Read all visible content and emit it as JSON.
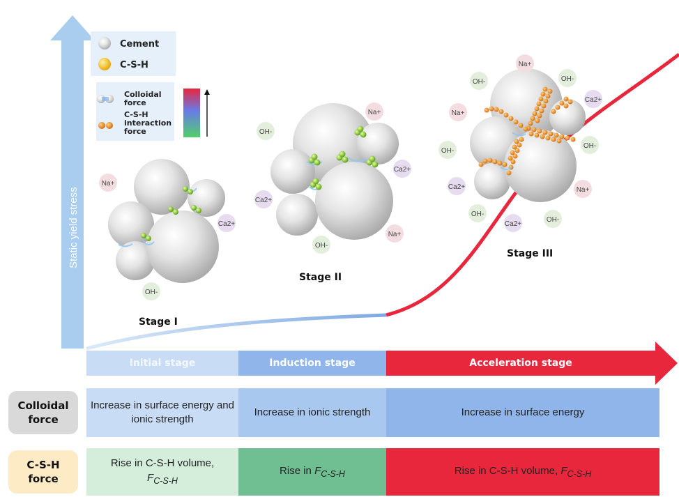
{
  "y_axis_label": "Static yield stress",
  "legend": {
    "cement": "Cement",
    "csh": "C-S-H",
    "colloidal_force": "Colloidal force",
    "csh_interaction_force": "C-S-H interaction force"
  },
  "stages": [
    "Stage I",
    "Stage II",
    "Stage III"
  ],
  "ions": {
    "na": "Na+",
    "oh": "OH-",
    "ca": "Ca2+"
  },
  "phases": [
    "Initial stage",
    "Induction stage",
    "Acceleration stage"
  ],
  "rows": {
    "colloidal": {
      "label": "Colloidal\nforce",
      "cells": [
        "Increase in surface energy and ionic strength",
        "Increase in ionic strength",
        "Increase in surface energy"
      ]
    },
    "csh": {
      "label": "C-S-H\nforce",
      "cells": [
        {
          "text": "Rise in C-S-H volume,",
          "symbol": "F",
          "subscript": "C-S-H"
        },
        {
          "text": "Rise in",
          "symbol": "F",
          "subscript": "C-S-H"
        },
        {
          "text": "Rise in C-S-H volume,",
          "symbol": "F",
          "subscript": "C-S-H"
        }
      ]
    }
  },
  "colors": {
    "axis_blue": "#a9cdef",
    "initial": "#c8dcf5",
    "induction": "#8fb5ea",
    "acceleration": "#e8263c",
    "colloidal_row_label": "#d9d9d9",
    "csh_row_label": "#fdebc6",
    "csh_cell_1": "#d5eedc",
    "csh_cell_2": "#6fbf93",
    "csh_cell_3": "#e8263c"
  }
}
